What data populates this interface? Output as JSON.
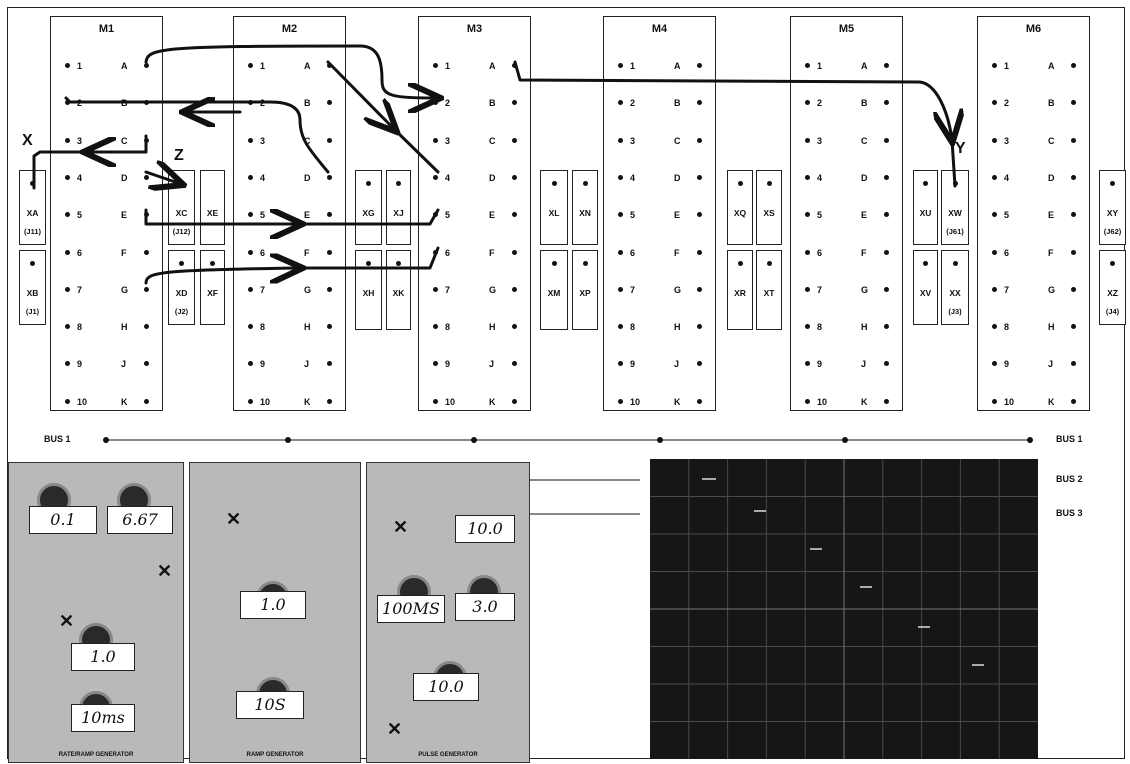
{
  "modules": [
    {
      "name": "M1",
      "rows_left": [
        "1",
        "2",
        "3",
        "4",
        "5",
        "6",
        "7",
        "8",
        "9",
        "10"
      ],
      "rows_right": [
        "A",
        "B",
        "C",
        "D",
        "E",
        "F",
        "G",
        "H",
        "J",
        "K"
      ]
    },
    {
      "name": "M2",
      "rows_left": [
        "1",
        "2",
        "3",
        "4",
        "5",
        "6",
        "7",
        "8",
        "9",
        "10"
      ],
      "rows_right": [
        "A",
        "B",
        "C",
        "D",
        "E",
        "F",
        "G",
        "H",
        "J",
        "K"
      ]
    },
    {
      "name": "M3",
      "rows_left": [
        "1",
        "2",
        "3",
        "4",
        "5",
        "6",
        "7",
        "8",
        "9",
        "10"
      ],
      "rows_right": [
        "A",
        "B",
        "C",
        "D",
        "E",
        "F",
        "G",
        "H",
        "J",
        "K"
      ]
    },
    {
      "name": "M4",
      "rows_left": [
        "1",
        "2",
        "3",
        "4",
        "5",
        "6",
        "7",
        "8",
        "9",
        "10"
      ],
      "rows_right": [
        "A",
        "B",
        "C",
        "D",
        "E",
        "F",
        "G",
        "H",
        "J",
        "K"
      ]
    },
    {
      "name": "M5",
      "rows_left": [
        "1",
        "2",
        "3",
        "4",
        "5",
        "6",
        "7",
        "8",
        "9",
        "10"
      ],
      "rows_right": [
        "A",
        "B",
        "C",
        "D",
        "E",
        "F",
        "G",
        "H",
        "J",
        "K"
      ]
    },
    {
      "name": "M6",
      "rows_left": [
        "1",
        "2",
        "3",
        "4",
        "5",
        "6",
        "7",
        "8",
        "9",
        "10"
      ],
      "rows_right": [
        "A",
        "B",
        "C",
        "D",
        "E",
        "F",
        "G",
        "H",
        "J",
        "K"
      ]
    }
  ],
  "jacks": [
    {
      "name": "XA",
      "sub": "(J11)"
    },
    {
      "name": "XB",
      "sub": "(J1)"
    },
    {
      "name": "XC",
      "sub": "(J12)"
    },
    {
      "name": "XD",
      "sub": "(J2)"
    },
    {
      "name": "XE",
      "sub": ""
    },
    {
      "name": "XF",
      "sub": ""
    },
    {
      "name": "XG",
      "sub": ""
    },
    {
      "name": "XH",
      "sub": ""
    },
    {
      "name": "XJ",
      "sub": ""
    },
    {
      "name": "XK",
      "sub": ""
    },
    {
      "name": "XL",
      "sub": ""
    },
    {
      "name": "XM",
      "sub": ""
    },
    {
      "name": "XN",
      "sub": ""
    },
    {
      "name": "XP",
      "sub": ""
    },
    {
      "name": "XQ",
      "sub": ""
    },
    {
      "name": "XR",
      "sub": ""
    },
    {
      "name": "XS",
      "sub": ""
    },
    {
      "name": "XT",
      "sub": ""
    },
    {
      "name": "XU",
      "sub": ""
    },
    {
      "name": "XV",
      "sub": ""
    },
    {
      "name": "XW",
      "sub": "(J61)"
    },
    {
      "name": "XX",
      "sub": "(J3)"
    },
    {
      "name": "XY",
      "sub": "(J62)"
    },
    {
      "name": "XZ",
      "sub": "(J4)"
    }
  ],
  "marks": {
    "x": "X",
    "y": "Y",
    "z": "Z"
  },
  "buses": {
    "bus1_left": "BUS 1",
    "bus1_right": "BUS 1",
    "bus2": "BUS 2",
    "bus3": "BUS 3"
  },
  "panels": [
    {
      "title": "RATE/RAMP GENERATOR",
      "values": [
        "0.1",
        "6.67",
        "1.0",
        "10ms"
      ]
    },
    {
      "title": "RAMP GENERATOR",
      "values": [
        "1.0",
        "10S"
      ]
    },
    {
      "title": "PULSE GENERATOR",
      "values": [
        "10.0",
        "100MS",
        "3.0",
        "10.0"
      ]
    }
  ]
}
